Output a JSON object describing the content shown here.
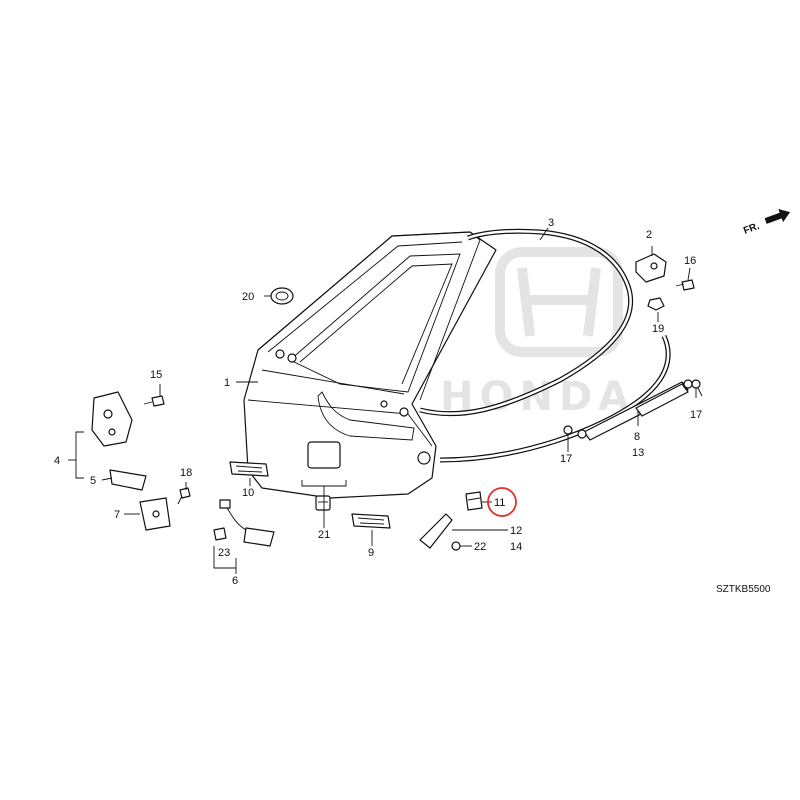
{
  "diagram": {
    "code": "SZTKB5500",
    "direction_label": "FR.",
    "highlight_color": "#e0312b",
    "highlighted_part": "11",
    "labels": {
      "p1": "1",
      "p2": "2",
      "p3": "3",
      "p4": "4",
      "p5": "5",
      "p6": "6",
      "p7": "7",
      "p8": "8",
      "p9": "9",
      "p10": "10",
      "p11": "11",
      "p12": "12",
      "p13": "13",
      "p14": "14",
      "p15": "15",
      "p16": "16",
      "p17a": "17",
      "p17b": "17",
      "p18": "18",
      "p19": "19",
      "p20": "20",
      "p21": "21",
      "p22": "22",
      "p23": "23"
    }
  }
}
